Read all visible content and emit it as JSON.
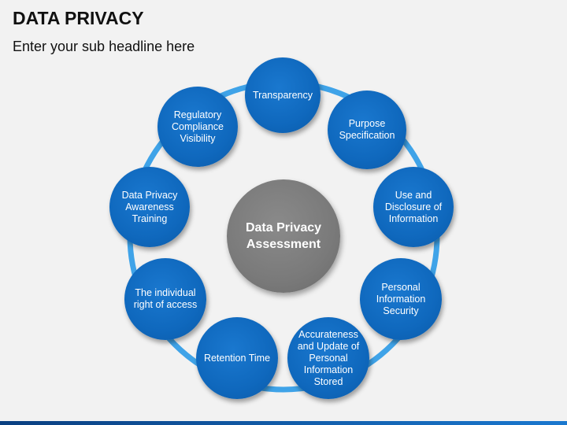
{
  "header": {
    "title": "DATA PRIVACY",
    "subtitle": "Enter your sub headline here"
  },
  "diagram": {
    "center_label": "Data Privacy\nAssessment",
    "nodes": [
      "Transparency",
      "Purpose\nSpecification",
      "Use and\nDisclosure of\nInformation",
      "Personal\nInformation\nSecurity",
      "Accurateness\nand Update of\nPersonal\nInformation\nStored",
      "Retention Time",
      "The individual\nright of access",
      "Data Privacy\nAwareness\nTraining",
      "Regulatory\nCompliance\nVisibility"
    ],
    "colors": {
      "node": "#0f68bd",
      "ring": "#3fa3e8",
      "center": "#7f7f7f",
      "background": "#f2f2f2"
    }
  }
}
